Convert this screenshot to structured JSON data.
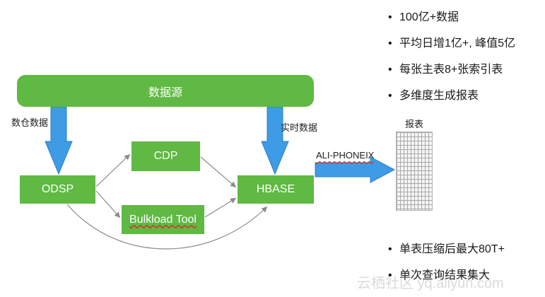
{
  "nodes": {
    "source": "数据源",
    "odsp": "ODSP",
    "cdp": "CDP",
    "bulkload": "Bulkload Tool",
    "hbase": "HBASE"
  },
  "edge_labels": {
    "warehouse_data": "数仓数据",
    "realtime_data": "实时数据",
    "ali_phoenix": "ALI-PHONEIX"
  },
  "report_label": "报表",
  "bullets_top": [
    "100亿+数据",
    "平均日增1亿+, 峰值5亿",
    "每张主表8+张索引表",
    "多维度生成报表"
  ],
  "bullets_bottom": [
    "单表压缩后最大80T+",
    "单次查询结果集大"
  ],
  "watermark": "云栖社区 yq.aliyun.com",
  "colors": {
    "node_green": "#5fb942",
    "arrow_blue": "#3e9be6",
    "connector_gray": "#8a8a8a"
  }
}
